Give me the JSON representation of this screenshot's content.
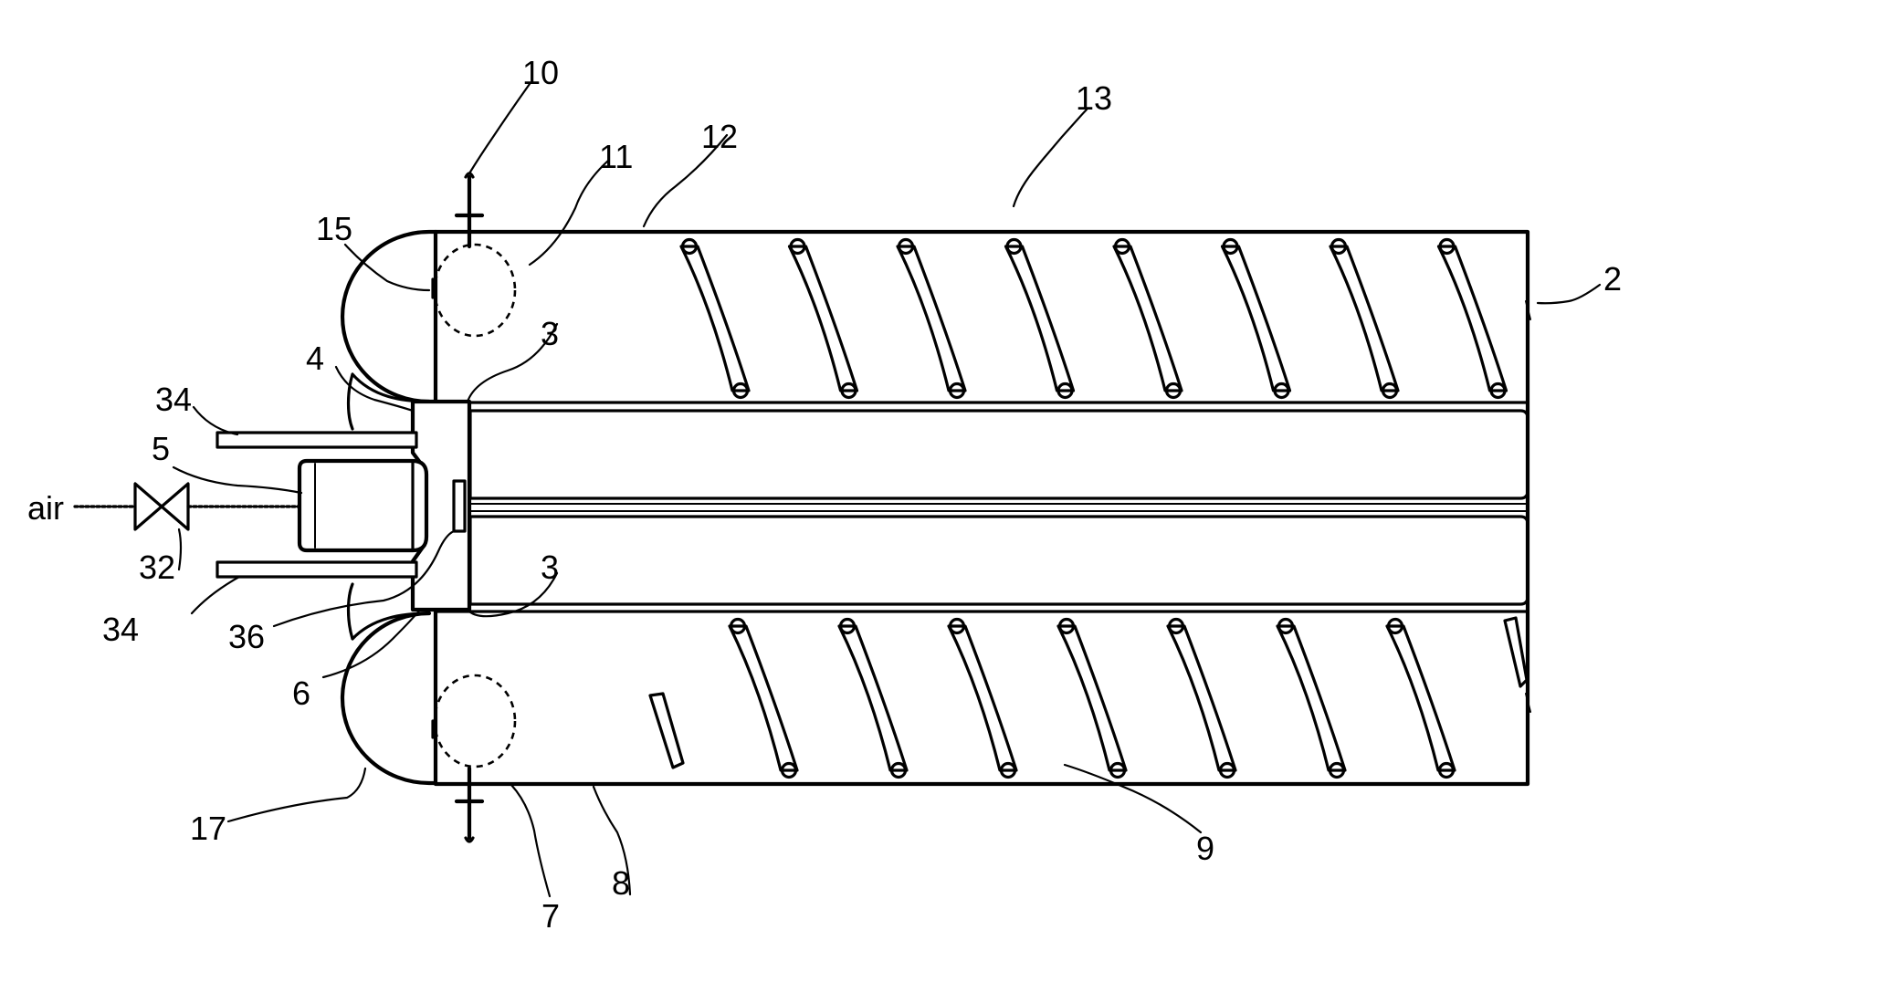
{
  "labels": {
    "air": "air",
    "n2": "2",
    "n3_top": "3",
    "n3_bottom": "3",
    "n4": "4",
    "n5": "5",
    "n6": "6",
    "n7": "7",
    "n8": "8",
    "n9": "9",
    "n10": "10",
    "n11": "11",
    "n12": "12",
    "n13": "13",
    "n15": "15",
    "n17": "17",
    "n32": "32",
    "n34_top": "34",
    "n34_bottom": "34",
    "n36": "36"
  }
}
